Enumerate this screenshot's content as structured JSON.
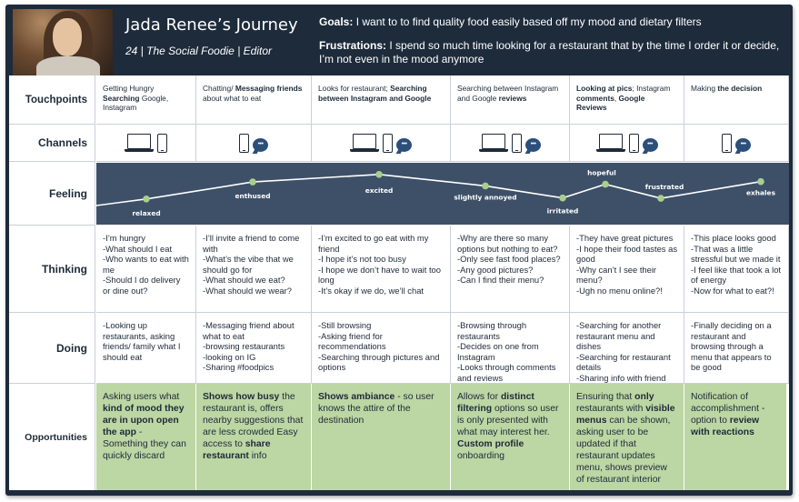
{
  "persona": {
    "name": "Jada Renee’s Journey",
    "meta": "24  |   The Social Foodie   |  Editor",
    "goals_label": "Goals:",
    "goals_text": "I want to to find quality food easily based off my mood and dietary filters",
    "frustrations_label": "Frustrations:",
    "frustrations_text": "I spend so much time looking for a restaurant that by the time I order it or decide, I’m not even in the mood anymore"
  },
  "row_labels": {
    "touchpoints": "Touchpoints",
    "channels": "Channels",
    "feeling": "Feeling",
    "thinking": "Thinking",
    "doing": "Doing",
    "opportunities": "Opportunities"
  },
  "touchpoints": [
    [
      [
        "Getting Hungry ",
        false
      ],
      [
        "Searching",
        true
      ],
      [
        " Google, Instagram",
        false
      ]
    ],
    [
      [
        "Chatting/ ",
        false
      ],
      [
        "Messaging friends",
        true
      ],
      [
        " about what to eat",
        false
      ]
    ],
    [
      [
        "Looks for restaurant; ",
        false
      ],
      [
        "Searching between Instagram and Google",
        true
      ]
    ],
    [
      [
        "Searching between Instagram and Google ",
        false
      ],
      [
        "reviews",
        true
      ]
    ],
    [
      [
        "Looking at pics",
        true
      ],
      [
        "; Instagram ",
        false
      ],
      [
        "comments",
        true
      ],
      [
        ", ",
        false
      ],
      [
        "Google Reviews",
        true
      ]
    ],
    [
      [
        "Making ",
        false
      ],
      [
        "the decision",
        true
      ]
    ]
  ],
  "channels": [
    [
      "laptop",
      "phone"
    ],
    [
      "phone",
      "chat"
    ],
    [
      "laptop",
      "phone",
      "chat"
    ],
    [
      "laptop",
      "phone",
      "chat"
    ],
    [
      "laptop",
      "phone",
      "chat"
    ],
    [
      "phone",
      "chat"
    ]
  ],
  "feelings": [
    {
      "label": "relaxed",
      "level": 0.2
    },
    {
      "label": "enthused",
      "level": 0.72
    },
    {
      "label": "excited",
      "level": 0.95
    },
    {
      "label": "slightly annoyed",
      "level": 0.6
    },
    {
      "label": "irritated",
      "level": 0.23
    },
    {
      "label": "hopeful",
      "level": 0.65
    },
    {
      "label": "frustrated",
      "level": 0.22
    },
    {
      "label": "exhales",
      "level": 0.73
    }
  ],
  "thinking": [
    [
      "-I’m hungry",
      "-What should I eat",
      "-Who wants to eat with me",
      "-Should I do delivery or dine out?"
    ],
    [
      "-I’ll invite a friend to come with",
      "-What’s the vibe that we should go for",
      "-What should we eat?",
      "-What should we wear?"
    ],
    [
      "-I’m excited to go eat with my friend",
      "-I hope it’s not too busy",
      "-I hope we don’t have to wait too long",
      "-It’s okay if we do, we’ll chat"
    ],
    [
      "-Why are there so many options but nothing to eat?",
      "-Only see fast food places?",
      "-Any  good pictures?",
      "-Can I find their menu?"
    ],
    [
      "-They have great pictures",
      "-I hope their food tastes as good",
      "-Why can’t I see their menu?",
      "-Ugh no menu online?!"
    ],
    [
      "-This place looks good",
      "-That was a little stressful but we made it",
      "-I feel like that took a lot of energy",
      "-Now for what to eat?!"
    ]
  ],
  "doing": [
    [
      "-Looking up restaurants, asking friends/ family what I should eat"
    ],
    [
      "-Messaging friend about what to eat",
      "-browsing restaurants",
      "-looking on IG",
      "-Sharing #foodpics"
    ],
    [
      "-Still browsing",
      "-Asking friend for recommendations",
      "-Searching through pictures and options"
    ],
    [
      "-Browsing through restaurants",
      "-Decides on one from Instagram",
      "-Looks through comments and reviews"
    ],
    [
      "-Searching for another restaurant menu and dishes",
      "-Searching for restaurant details",
      "-Sharing info with friend"
    ],
    [
      "-Finally deciding on a restaurant and browsing through a menu that appears to be good"
    ]
  ],
  "opportunities": [
    [
      [
        "Asking users what ",
        false
      ],
      [
        "kind of mood they are in upon open the app",
        true
      ],
      [
        " - Something they can quickly discard",
        false
      ]
    ],
    [
      [
        "Shows how busy",
        true
      ],
      [
        " the restaurant is, offers nearby suggestions that are less crowded Easy access to ",
        false
      ],
      [
        "share restaurant",
        true
      ],
      [
        " info",
        false
      ]
    ],
    [
      [
        "Shows ambiance",
        true
      ],
      [
        " - so user knows the  attire of the destination",
        false
      ]
    ],
    [
      [
        "Allows for ",
        false
      ],
      [
        "distinct filtering",
        true
      ],
      [
        " options so user is only presented with what may interest her. ",
        false
      ],
      [
        "Custom profile",
        true
      ],
      [
        " onboarding",
        false
      ]
    ],
    [
      [
        "Ensuring that ",
        false
      ],
      [
        "only",
        true
      ],
      [
        " restaurants with ",
        false
      ],
      [
        "visible menus",
        true
      ],
      [
        " can be shown, asking user to be updated if that restaurant updates menu, shows preview of restaurant interior",
        false
      ]
    ],
    [
      [
        "Notification of accomplishment - option to ",
        false
      ],
      [
        "review with reactions",
        true
      ]
    ]
  ],
  "colors": {
    "frame": "#1d2b3b",
    "feeling_panel": "#3d5068",
    "feeling_dot": "#a8cf8c",
    "opportunity_bg": "#bcd6a4",
    "chat_icon": "#2c4f7a"
  }
}
